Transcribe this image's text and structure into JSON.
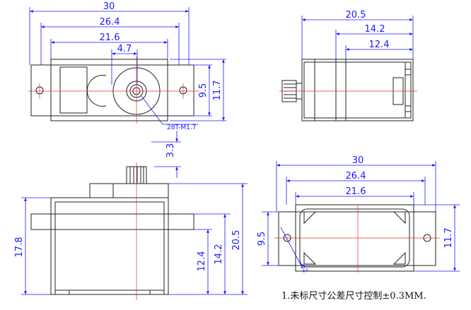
{
  "top_view": {
    "dims": [
      "30",
      "26.4",
      "21.6",
      "4.7",
      "9.5",
      "11.7"
    ],
    "callout": "28T-M1.7"
  },
  "right_view": {
    "dims": [
      "20.5",
      "14.2",
      "12.4"
    ]
  },
  "front_view": {
    "dims": [
      "3.3",
      "17.8",
      "12.4",
      "14.2",
      "20.5"
    ]
  },
  "bottom_view": {
    "dims": [
      "30",
      "26.4",
      "21.6",
      "9.5",
      "11.7"
    ],
    "hole_label": "Φ2"
  },
  "note": "1.未标尺寸公差尺寸控制±0.3MM."
}
